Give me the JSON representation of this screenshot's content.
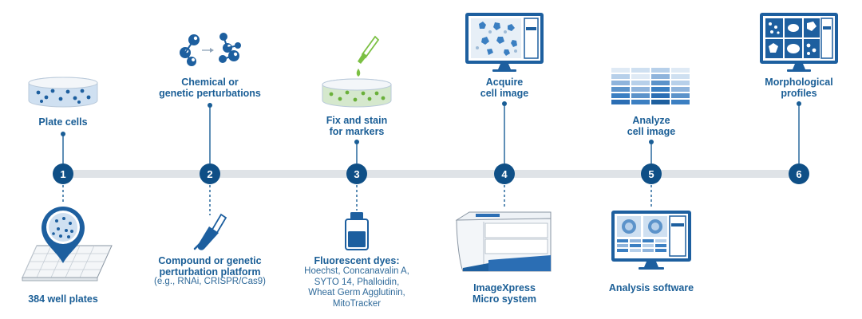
{
  "colors": {
    "navy": "#0f4f86",
    "blue": "#2d77c0",
    "light_blue": "#c9dcee",
    "timeline": "#dfe3e7",
    "green": "#7bc043",
    "text": "#1a5e96"
  },
  "steps": [
    {
      "number": "1",
      "top_label": "Plate cells",
      "bottom_label": "384 well plates",
      "bottom_sub": ""
    },
    {
      "number": "2",
      "top_label": "Chemical or\ngenetic perturbations",
      "bottom_label": "Compound or genetic\nperturbation platform",
      "bottom_sub": "(e.g., RNAi, CRISPR/Cas9)"
    },
    {
      "number": "3",
      "top_label": "Fix and stain\nfor markers",
      "bottom_label": "Fluorescent dyes:",
      "bottom_sub": "Hoechst, Concanavalin A,\nSYTO 14, Phalloidin,\nWheat Germ Agglutinin,\nMitoTracker"
    },
    {
      "number": "4",
      "top_label": "Acquire\ncell image",
      "bottom_label": "ImageXpress\nMicro system",
      "bottom_sub": ""
    },
    {
      "number": "5",
      "top_label": "Analyze\ncell image",
      "bottom_label": "Analysis software",
      "bottom_sub": ""
    },
    {
      "number": "6",
      "top_label": "Morphological\nprofiles",
      "bottom_label": "",
      "bottom_sub": ""
    }
  ],
  "icons": {
    "step1_top": "petri-dish-icon",
    "step1_bottom": "well-plate-icon",
    "step2_top": "molecule-perturbation-icon",
    "step2_bottom": "pipette-icon",
    "step3_top": "dropper-dish-icon",
    "step3_bottom": "dye-bottle-icon",
    "step4_top": "monitor-cells-icon",
    "step4_bottom": "imaging-system-icon",
    "step5_top": "heatmap-icon",
    "step5_bottom": "analysis-monitor-icon",
    "step6_top": "profiles-monitor-icon"
  }
}
